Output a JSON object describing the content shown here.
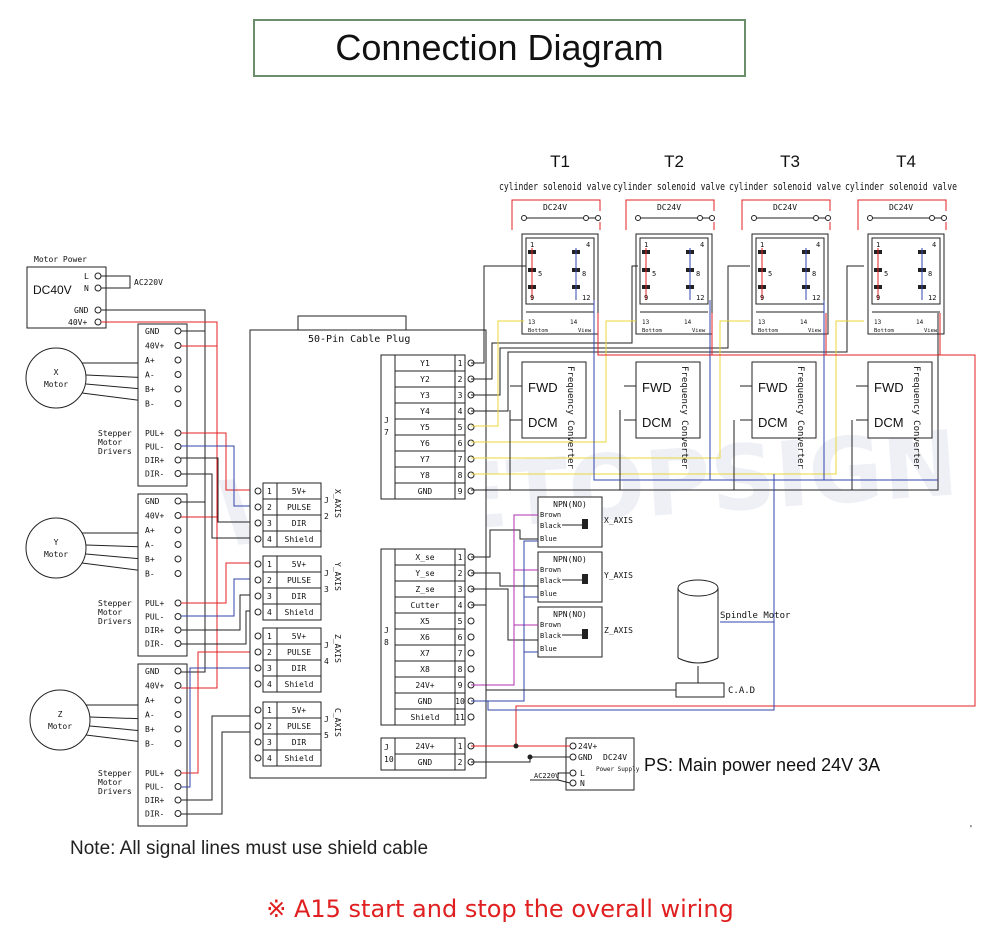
{
  "title": "Connection Diagram",
  "motor_power": {
    "label": "Motor Power",
    "name": "DC40V",
    "l": "L",
    "n": "N",
    "ac": "AC220V",
    "gnd": "GND",
    "v40": "40V+"
  },
  "motors": [
    {
      "line1": "X",
      "line2": "Motor"
    },
    {
      "line1": "Y",
      "line2": "Motor"
    },
    {
      "line1": "Z",
      "line2": "Motor"
    }
  ],
  "driver_pins": [
    "GND",
    "40V+",
    "A+",
    "A-",
    "B+",
    "B-",
    "PUL+",
    "PUL-",
    "DIR+",
    "DIR-"
  ],
  "driver_label": [
    "Stepper",
    "Motor",
    "Drivers"
  ],
  "cable_plug": "50-Pin Cable Plug",
  "j7": {
    "label": "J",
    "num": "7",
    "pins": [
      "Y1",
      "Y2",
      "Y3",
      "Y4",
      "Y5",
      "Y6",
      "Y7",
      "Y8",
      "GND"
    ],
    "nums": [
      "1",
      "2",
      "3",
      "4",
      "5",
      "6",
      "7",
      "8",
      "9"
    ]
  },
  "axis_pins": [
    "5V+",
    "PULSE",
    "DIR",
    "Shield"
  ],
  "axis_nums": [
    "1",
    "2",
    "3",
    "4"
  ],
  "axes": [
    {
      "name": "X_AXIS",
      "j": "J",
      "num": "2"
    },
    {
      "name": "Y_AXIS",
      "j": "J",
      "num": "3"
    },
    {
      "name": "Z_AXIS",
      "j": "J",
      "num": "4"
    },
    {
      "name": "C_AXIS",
      "j": "J",
      "num": "5"
    }
  ],
  "j8": {
    "label": "J",
    "num": "8",
    "pins": [
      "X_se",
      "Y_se",
      "Z_se",
      "Cutter",
      "X5",
      "X6",
      "X7",
      "X8",
      "24V+",
      "GND",
      "Shield"
    ],
    "nums": [
      "1",
      "2",
      "3",
      "4",
      "5",
      "6",
      "7",
      "8",
      "9",
      "10",
      "11"
    ]
  },
  "j10": {
    "label": "J",
    "num": "10",
    "pins": [
      "24V+",
      "GND"
    ],
    "nums": [
      "1",
      "2"
    ]
  },
  "valves": [
    {
      "name": "T1",
      "label": "cylinder solenoid valve"
    },
    {
      "name": "T2",
      "label": "cylinder solenoid valve"
    },
    {
      "name": "T3",
      "label": "cylinder solenoid valve"
    },
    {
      "name": "T4",
      "label": "cylinder solenoid valve"
    }
  ],
  "relay": {
    "dc": "DC24V",
    "p1": "1",
    "p4": "4",
    "p5": "5",
    "p8": "8",
    "p9": "9",
    "p12": "12",
    "p13": "13",
    "p14": "14",
    "bottom": "Bottom",
    "view": "View"
  },
  "inverter": {
    "fwd": "FWD",
    "dcm": "DCM",
    "name": "Frequency Converter"
  },
  "sensors": [
    {
      "type": "NPN(NO)",
      "brown": "Brown",
      "black": "Black",
      "blue": "Blue",
      "axis": "X_AXIS"
    },
    {
      "type": "NPN(NO)",
      "brown": "Brown",
      "black": "Black",
      "blue": "Blue",
      "axis": "Y_AXIS"
    },
    {
      "type": "NPN(NO)",
      "brown": "Brown",
      "black": "Black",
      "blue": "Blue",
      "axis": "Z_AXIS"
    }
  ],
  "spindle": {
    "label": "Spindle Motor",
    "cad": "C.A.D"
  },
  "power_supply": {
    "v24": "24V+",
    "gnd": "GND",
    "name": "DC24V",
    "sub": "Power Supply",
    "l": "L",
    "n": "N",
    "ac": "AC220V"
  },
  "ps_note": "PS: Main power need 24V 3A",
  "shield_note": "Note: All signal lines must use shield cable",
  "bottom_note": "※ A15 start and stop the overall wiring",
  "colors": {
    "red": "#e02020",
    "blue": "#3344aa",
    "yellow": "#e8d83a",
    "purple": "#b030b0",
    "border": "#6b8f6b"
  }
}
